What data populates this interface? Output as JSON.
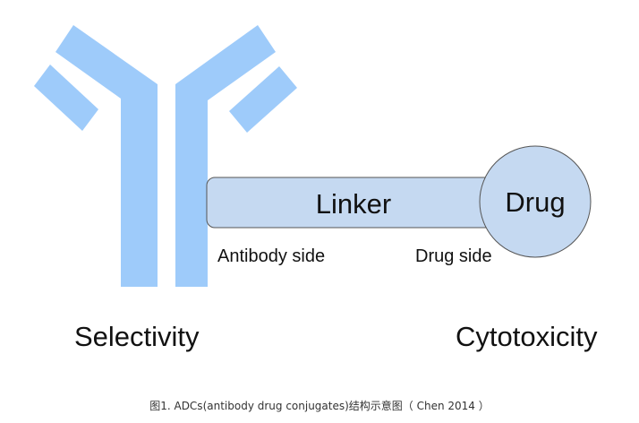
{
  "diagram": {
    "linker_label": "Linker",
    "drug_label": "Drug",
    "antibody_side_label": "Antibody side",
    "drug_side_label": "Drug side",
    "selectivity_label": "Selectivity",
    "cytotoxicity_label": "Cytotoxicity"
  },
  "caption": "图1. ADCs(antibody drug conjugates)结构示意图（ Chen 2014 ）",
  "colors": {
    "antibody": "#9ecbfa",
    "linker_fill": "#c5d9f1",
    "drug_fill": "#c5d9f1",
    "outline": "#555555",
    "text": "#111111"
  }
}
